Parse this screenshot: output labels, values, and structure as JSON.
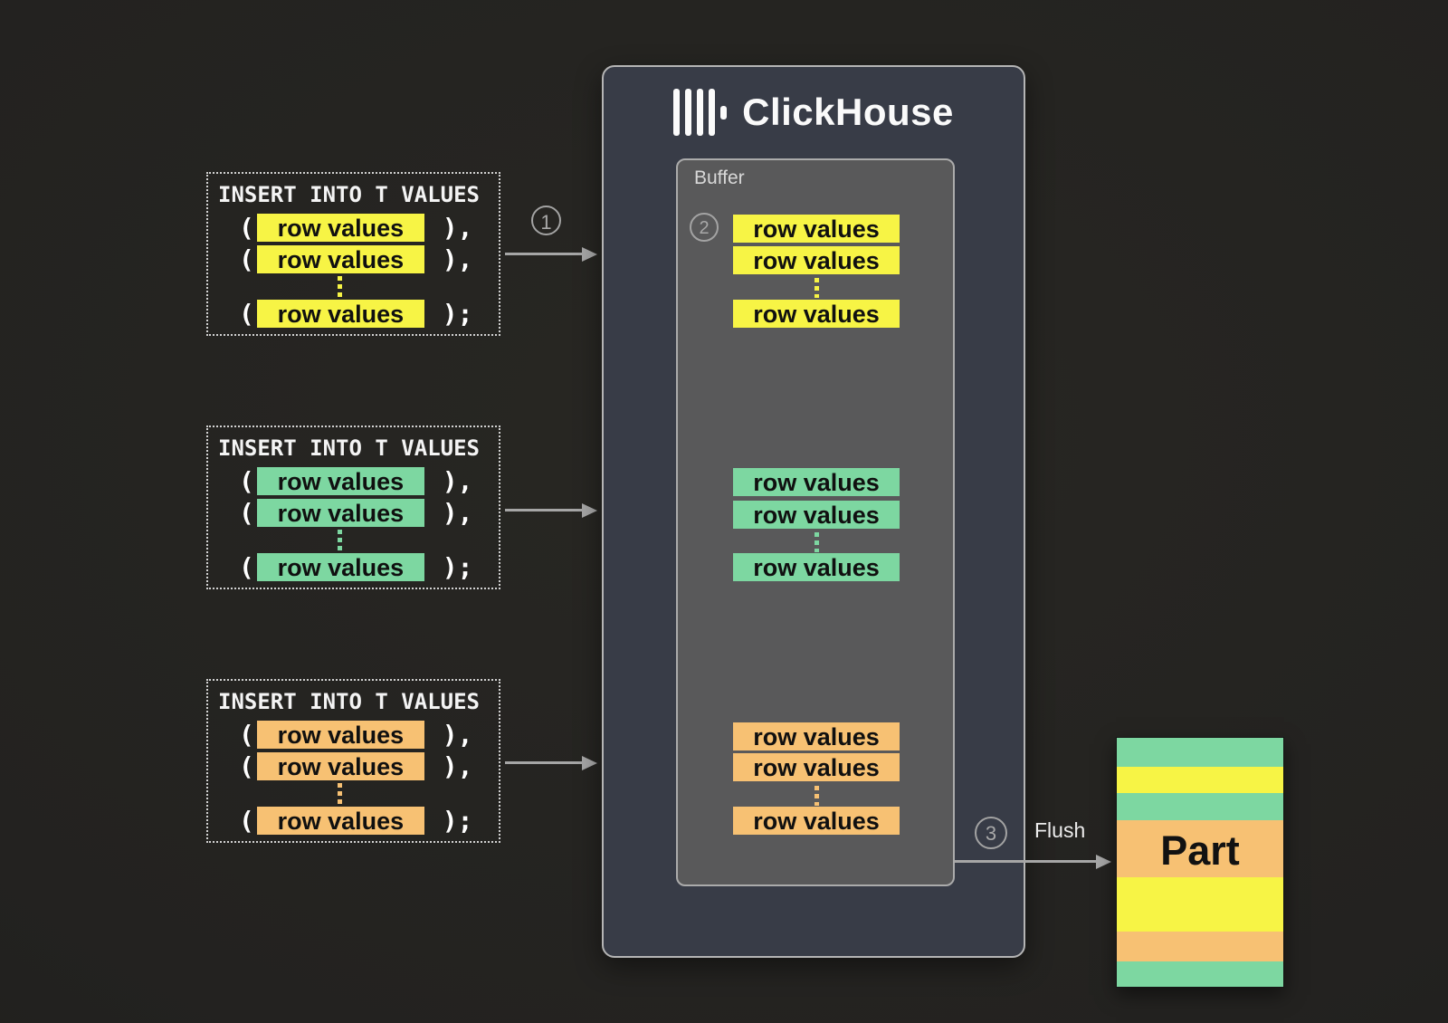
{
  "colors": {
    "yellow": "#f7f445",
    "green": "#7dd7a1",
    "orange": "#f7c173",
    "arrow": "#a6a6a6",
    "clickhouse_box": "#383c47",
    "buffer_box": "#59595a",
    "background": "#232220"
  },
  "steps": {
    "one": "1",
    "two": "2",
    "three": "3"
  },
  "clickhouse": {
    "title": "ClickHouse"
  },
  "inserts": [
    {
      "title": "INSERT INTO T VALUES",
      "paren": "(",
      "color": "yellow",
      "rows": [
        {
          "value": "row values",
          "suffix": " ),"
        },
        {
          "value": "row values",
          "suffix": " ),"
        },
        {
          "value": "row values",
          "suffix": " );"
        }
      ]
    },
    {
      "title": "INSERT INTO T VALUES",
      "paren": "(",
      "color": "green",
      "rows": [
        {
          "value": "row values",
          "suffix": " ),"
        },
        {
          "value": "row values",
          "suffix": " ),"
        },
        {
          "value": "row values",
          "suffix": " );"
        }
      ]
    },
    {
      "title": "INSERT INTO T VALUES",
      "paren": "(",
      "color": "orange",
      "rows": [
        {
          "value": "row values",
          "suffix": " ),"
        },
        {
          "value": "row values",
          "suffix": " ),"
        },
        {
          "value": "row values",
          "suffix": " );"
        }
      ]
    }
  ],
  "buffer": {
    "label": "Buffer",
    "groups": [
      {
        "color": "yellow",
        "rows": [
          "row values",
          "row values",
          "row values"
        ]
      },
      {
        "color": "green",
        "rows": [
          "row values",
          "row values",
          "row values"
        ]
      },
      {
        "color": "orange",
        "rows": [
          "row values",
          "row values",
          "row values"
        ]
      }
    ]
  },
  "flush": {
    "label": "Flush"
  },
  "part": {
    "label": "Part",
    "stripes": [
      {
        "color": "green",
        "height": 32
      },
      {
        "color": "yellow",
        "height": 29
      },
      {
        "color": "green",
        "height": 30
      },
      {
        "color": "orange",
        "height": 63
      },
      {
        "color": "yellow",
        "height": 60
      },
      {
        "color": "orange",
        "height": 33
      },
      {
        "color": "green",
        "height": 29
      }
    ]
  }
}
